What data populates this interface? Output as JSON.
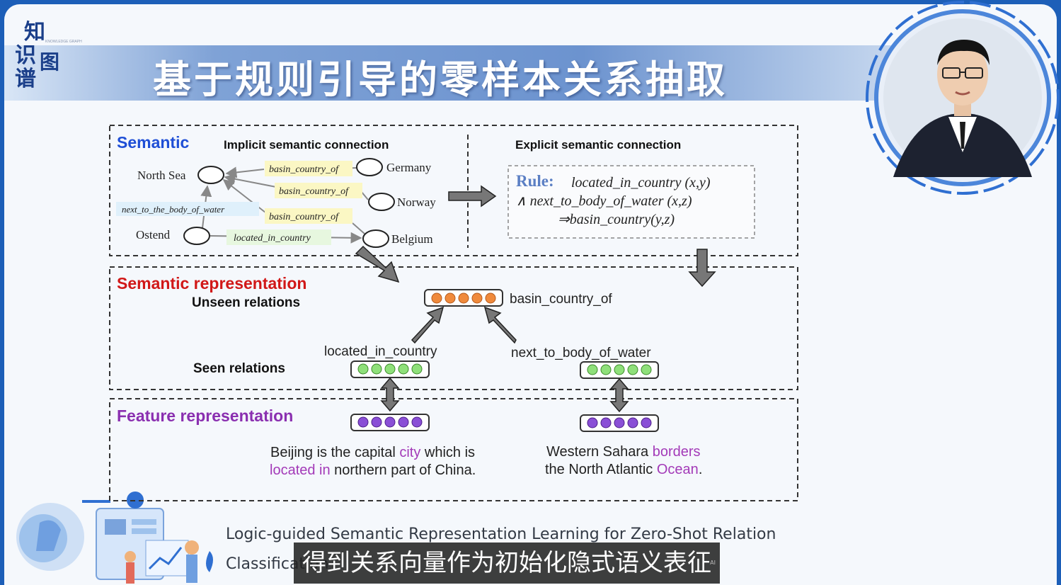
{
  "slide": {
    "title": "基于规则引导的零样本关系抽取",
    "logo": {
      "line1": "知",
      "line2": "识",
      "line3": "谱",
      "side": "图",
      "subtitle_small": "KNOWLEDGE GRAPH"
    }
  },
  "diagram": {
    "semantic_section": {
      "heading": "Semantic",
      "implicit_heading": "Implicit semantic connection",
      "explicit_heading": "Explicit semantic connection",
      "nodes": {
        "north_sea": "North Sea",
        "ostend": "Ostend",
        "germany": "Germany",
        "norway": "Norway",
        "belgium": "Belgium"
      },
      "edges": {
        "basin_country_of_1": "basin_country_of",
        "basin_country_of_2": "basin_country_of",
        "basin_country_of_3": "basin_country_of",
        "next_to_the_body_of_water": "next_to_the_body_of_water",
        "located_in_country": "located_in_country"
      },
      "rule": {
        "prefix": "Rule:",
        "line1": "located_in_country (x,y)",
        "line2": "∧ next_to_body_of_water (x,z)",
        "line3": "⇒basin_country(y,z)"
      }
    },
    "semantic_representation": {
      "heading": "Semantic  representation",
      "unseen_label": "Unseen relations",
      "seen_label": "Seen relations",
      "unseen_relation": "basin_country_of",
      "seen_relation_1": "located_in_country",
      "seen_relation_2": "next_to_body_of_water"
    },
    "feature_representation": {
      "heading": "Feature  representation",
      "sentence1": {
        "line1": [
          {
            "text": "Beijing is the capital ",
            "highlight": false
          },
          {
            "text": "city",
            "highlight": true
          },
          {
            "text": " which is",
            "highlight": false
          }
        ],
        "line2": [
          {
            "text": "located in",
            "highlight": true
          },
          {
            "text": " northern part of China.",
            "highlight": false
          }
        ]
      },
      "sentence2": {
        "line1": [
          {
            "text": "Western Sahara ",
            "highlight": false
          },
          {
            "text": "borders",
            "highlight": true
          }
        ],
        "line2": [
          {
            "text": "the North Atlantic ",
            "highlight": false
          },
          {
            "text": "Ocean",
            "highlight": true
          },
          {
            "text": ".",
            "highlight": false
          }
        ]
      }
    },
    "colors": {
      "semantic_heading": "#1f4fd6",
      "representation_heading": "#d11818",
      "feature_heading": "#8a2fb0",
      "orange_dot": "#f08a3c",
      "green_dot": "#8fe07a",
      "purple_dot": "#8a4fd6",
      "highlight_text": "#a33ab8",
      "edge_label_fill": "#fbf7c4",
      "edge_label_fill_blue": "#dff0fb"
    }
  },
  "citation": {
    "line1": "Logic-guided Semantic Representation Learning for Zero-Shot Relation",
    "line2": "Classification"
  },
  "subtitle": {
    "text": "得到关系向量作为初始化隐式语义表征",
    "mark": "AI"
  },
  "presenter": {
    "icon": "presenter-video-icon"
  },
  "illustration": {
    "icon": "ai-robot-illustration-icon"
  }
}
